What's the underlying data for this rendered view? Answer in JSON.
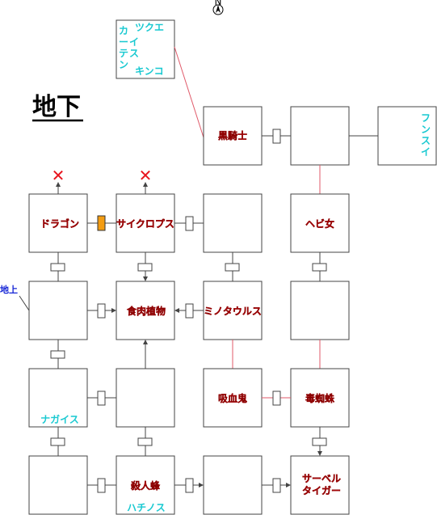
{
  "floor_label": "地下",
  "exit_label": "地上",
  "compass_symbol": "N",
  "cross_symbol": "✕",
  "curtain": {
    "col_left": [
      "カ",
      "ー",
      "テ",
      "ン"
    ],
    "col_mid": [
      "イ",
      "ス"
    ],
    "top_right": "ツクエ",
    "bottom_right": "キンコ"
  },
  "funsui": [
    "フ",
    "ン",
    "ス",
    "イ"
  ],
  "rooms": {
    "kokkishi": "黒騎士",
    "dragon": "ドラゴン",
    "cyclops": "サイクロプス",
    "hebi_onna": "ヘビ女",
    "shokuniku": "食肉植物",
    "minotaurus": "ミノタウルス",
    "kyuketsuki": "吸血鬼",
    "dokugumo": "毒蜘蛛",
    "nagaisu": "ナガイス",
    "satsujinbachi": "殺人蜂",
    "hachinosu": "ハチノス",
    "saber_line1": "サーベル",
    "saber_line2": "タイガー"
  },
  "colors": {
    "monster": "#e8141e",
    "furniture": "#19c9d1",
    "exit": "#1525d6",
    "special_door": "#f39c12"
  }
}
